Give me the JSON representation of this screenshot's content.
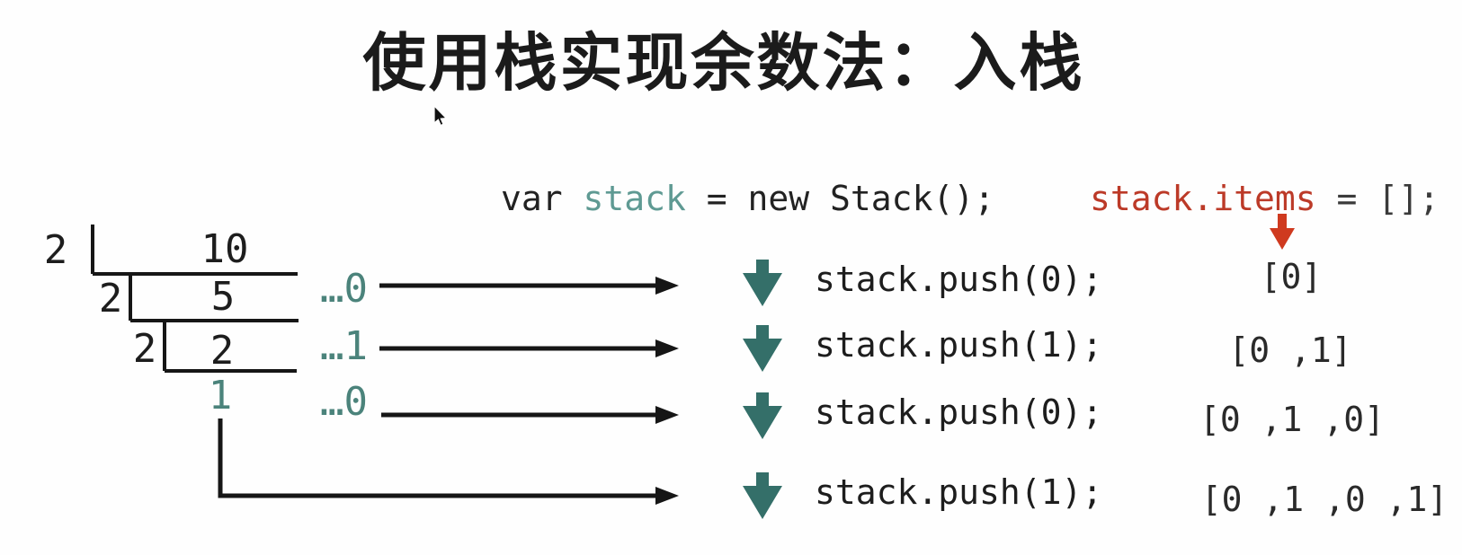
{
  "title": "使用栈实现余数法：入栈",
  "colors": {
    "text_black": "#1b1b1b",
    "code_black": "#222222",
    "teal_keyword": "#5f9a93",
    "teal_accent": "#4b837b",
    "teal_arrow": "#346f69",
    "red_accent": "#bc3a28",
    "red_arrow": "#cf3a1f",
    "line_black": "#161616",
    "background": "#fefefe"
  },
  "code_header": {
    "var_kw": "var ",
    "stack_var": "stack",
    "ctor_rest": " = new Stack();",
    "items_expr": "stack.items",
    "items_rest": " = [];"
  },
  "division": {
    "base": "2",
    "divisor_1": "2",
    "dividend_1": "10",
    "divisor_2": "2",
    "dividend_2": "5",
    "divisor_3": "2",
    "dividend_3": "2",
    "final_quotient": "1",
    "remainder_1": "…0",
    "remainder_2": "…1",
    "remainder_3": "…0"
  },
  "rows": [
    {
      "code": "stack.push(0);",
      "array": "[0]"
    },
    {
      "code": "stack.push(1);",
      "array": "[0 ,1]"
    },
    {
      "code": "stack.push(0);",
      "array": "[0 ,1 ,0]"
    },
    {
      "code": "stack.push(1);",
      "array": "[0 ,1 ,0 ,1]"
    }
  ]
}
